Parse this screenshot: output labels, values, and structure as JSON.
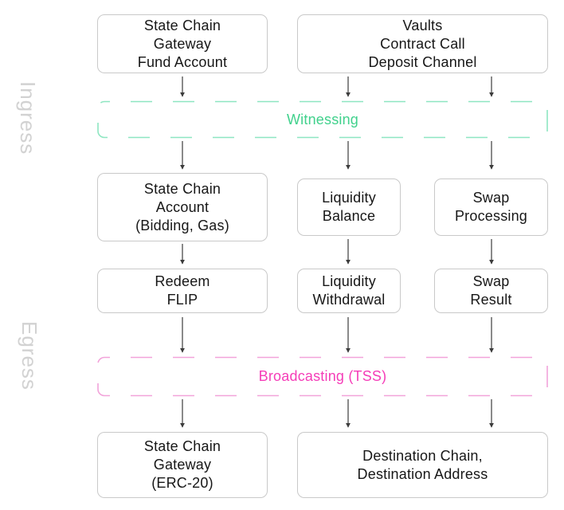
{
  "diagram": {
    "side_labels": {
      "ingress": "Ingress",
      "egress": "Egress"
    },
    "stages": {
      "witnessing": {
        "label": "Witnessing"
      },
      "broadcasting": {
        "label": "Broadcasting (TSS)"
      }
    },
    "nodes": {
      "gateway_fund": {
        "label": "State Chain\nGateway\nFund Account"
      },
      "vaults": {
        "label": "Vaults\nContract Call\nDeposit Channel"
      },
      "state_chain_account": {
        "label": "State Chain\nAccount\n(Bidding, Gas)"
      },
      "liquidity_balance": {
        "label": "Liquidity\nBalance"
      },
      "swap_processing": {
        "label": "Swap\nProcessing"
      },
      "redeem_flip": {
        "label": "Redeem\nFLIP"
      },
      "liquidity_withdrawal": {
        "label": "Liquidity\nWithdrawal"
      },
      "swap_result": {
        "label": "Swap\nResult"
      },
      "gateway_erc20": {
        "label": "State Chain\nGateway\n(ERC-20)"
      },
      "destination": {
        "label": "Destination Chain,\nDestination Address"
      }
    },
    "colors": {
      "green_text": "#40d18c",
      "green_border": "#8ee6c1",
      "pink_text": "#f53db8",
      "pink_border": "#f2a3da",
      "box_border": "#c9c9c9",
      "text": "#171717",
      "arrow": "#3c3c3c",
      "side_label": "#d2d2d2"
    }
  }
}
